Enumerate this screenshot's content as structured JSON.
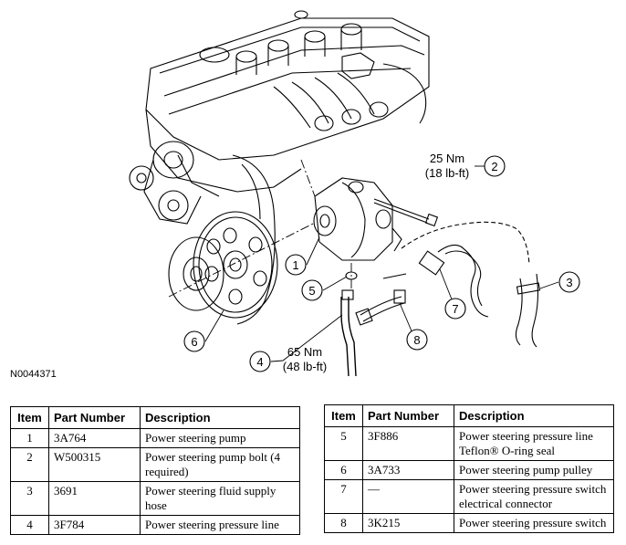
{
  "figure_id": "N0044371",
  "callouts": [
    {
      "num": "1"
    },
    {
      "num": "2"
    },
    {
      "num": "3"
    },
    {
      "num": "4"
    },
    {
      "num": "5"
    },
    {
      "num": "6"
    },
    {
      "num": "7"
    },
    {
      "num": "8"
    }
  ],
  "torque_2": {
    "metric": "25 Nm",
    "imperial": "(18 lb-ft)"
  },
  "torque_4": {
    "metric": "65 Nm",
    "imperial": "(48 lb-ft)"
  },
  "table_headers": {
    "item": "Item",
    "part_number": "Part Number",
    "description": "Description"
  },
  "table_left": [
    {
      "item": "1",
      "part_number": "3A764",
      "description": "Power steering pump"
    },
    {
      "item": "2",
      "part_number": "W500315",
      "description": "Power steering pump bolt (4 required)"
    },
    {
      "item": "3",
      "part_number": "3691",
      "description": "Power steering fluid supply hose"
    },
    {
      "item": "4",
      "part_number": "3F784",
      "description": "Power steering pressure line"
    }
  ],
  "table_right": [
    {
      "item": "5",
      "part_number": "3F886",
      "description": "Power steering pressure line Teflon® O-ring seal"
    },
    {
      "item": "6",
      "part_number": "3A733",
      "description": "Power steering pump pulley"
    },
    {
      "item": "7",
      "part_number": "—",
      "description": "Power steering pressure switch electrical connector"
    },
    {
      "item": "8",
      "part_number": "3K215",
      "description": "Power steering pressure switch"
    }
  ]
}
